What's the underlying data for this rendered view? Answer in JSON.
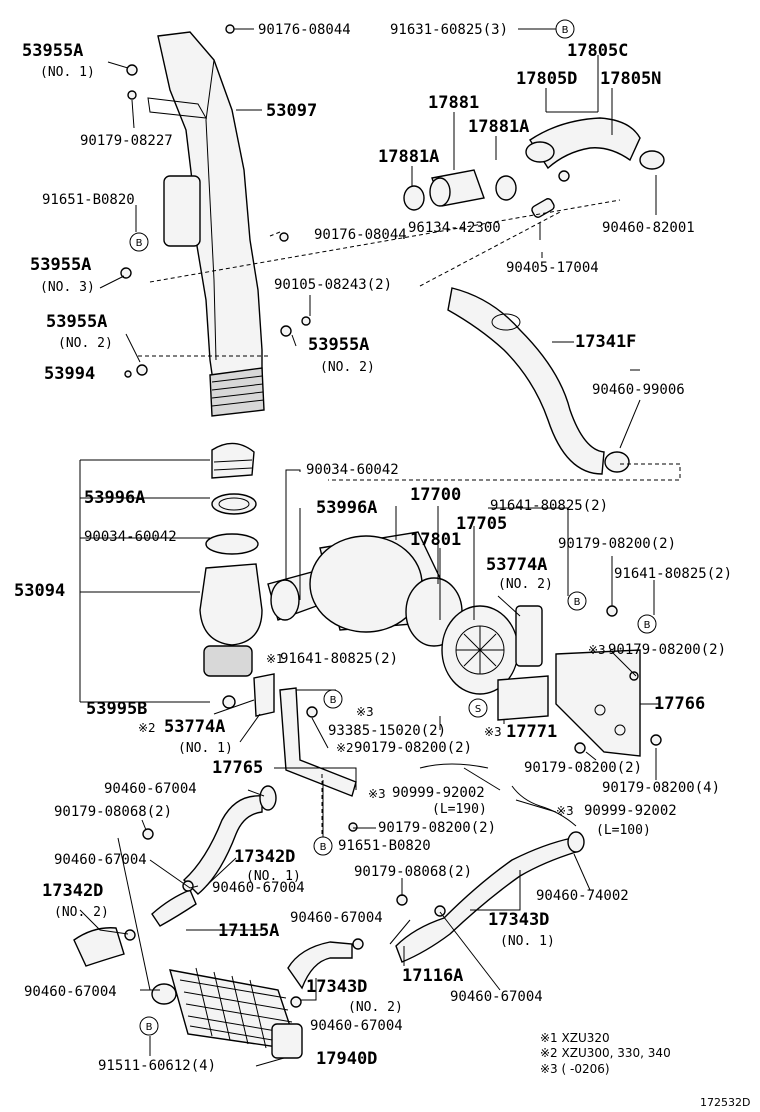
{
  "labels": {
    "p90176_08044_top": "90176-08044",
    "p91631_60825_3": "91631-60825(3)",
    "p17805C": "17805C",
    "p53955A_no1": "53955A",
    "no1_a": "(NO. 1)",
    "p17805D": "17805D",
    "p17805N": "17805N",
    "p90179_08227": "90179-08227",
    "p53097": "53097",
    "p17881": "17881",
    "p17881A_r": "17881A",
    "p17881A_l": "17881A",
    "p91651_B0820_top": "91651-B0820",
    "p96134_42300": "96134-42300",
    "p90460_82001": "90460-82001",
    "p90176_08044_mid": "90176-08044",
    "p53955A_no3": "53955A",
    "no3": "(NO. 3)",
    "p90405_17004": "90405-17004",
    "p90105_08243_2": "90105-08243(2)",
    "p53955A_no2_l": "53955A",
    "no2_a": "(NO. 2)",
    "p53955A_no2_r": "53955A",
    "no2_b": "(NO. 2)",
    "p17341F": "17341F",
    "p53994": "53994",
    "p90460_99006": "90460-99006",
    "p90034_60042_top": "90034-60042",
    "p53996A_l": "53996A",
    "p53996A_m": "53996A",
    "p17700": "17700",
    "p91641_80825_2_top": "91641-80825(2)",
    "p17705": "17705",
    "p90034_60042_l": "90034-60042",
    "p17801": "17801",
    "p90179_08200_2_a": "90179-08200(2)",
    "p53774A_no2": "53774A",
    "no2_c": "(NO. 2)",
    "p91641_80825_2_r": "91641-80825(2)",
    "p53094": "53094",
    "p90179_08200_2_b": "90179-08200(2)",
    "p91641_80825_2_m": "91641-80825(2)",
    "p17766": "17766",
    "p53995B": "53995B",
    "p53774A_no1": "53774A",
    "no1_b": "(NO. 1)",
    "p93385_15020_2": "93385-15020(2)",
    "p17771": "17771",
    "p90179_08200_2_c": "90179-08200(2)",
    "p17765": "17765",
    "p90179_08200_2_d": "90179-08200(2)",
    "p90460_67004_a": "90460-67004",
    "p90999_92002_a": "90999-92002",
    "l190": "(L=190)",
    "p90179_08200_4": "90179-08200(4)",
    "p90179_08068_2_a": "90179-08068(2)",
    "p90999_92002_b": "90999-92002",
    "l100": "(L=100)",
    "p90179_08200_2_e": "90179-08200(2)",
    "p91651_B0820_b": "91651-B0820",
    "p90460_67004_b": "90460-67004",
    "p17342D_no1": "17342D",
    "no1_c": "(NO. 1)",
    "p90179_08068_2_b": "90179-08068(2)",
    "p90460_67004_c": "90460-67004",
    "p17342D_no2": "17342D",
    "no2_d": "(NO. 2)",
    "p90460_74002": "90460-74002",
    "p17343D_no1": "17343D",
    "no1_d": "(NO. 1)",
    "p90460_67004_d": "90460-67004",
    "p17115A": "17115A",
    "p17343D_no2": "17343D",
    "p17116A": "17116A",
    "no2_e": "(NO. 2)",
    "p90460_67004_e": "90460-67004",
    "p90460_67004_f": "90460-67004",
    "p90460_67004_g": "90460-67004",
    "p91511_60612_4": "91511-60612(4)",
    "p17940D": "17940D"
  },
  "marks": {
    "b": "B",
    "s": "S",
    "note1": "※1",
    "note2": "※2",
    "note3": "※3"
  },
  "notes": {
    "n1": "※1  XZU320",
    "n2": "※2  XZU300, 330, 340",
    "n3": "※3  (          -0206)"
  },
  "figure_code": "172532D"
}
